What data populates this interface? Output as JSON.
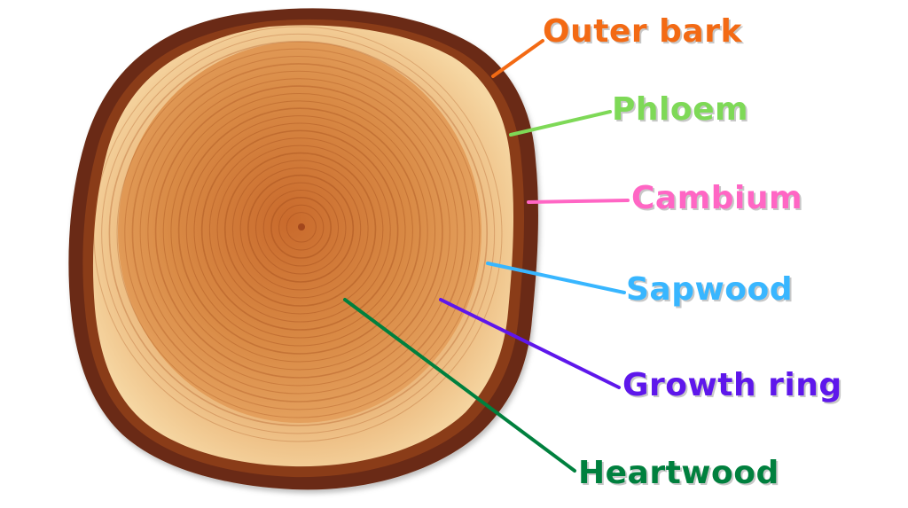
{
  "labels": {
    "outer_bark": "Outer bark",
    "phloem": "Phloem",
    "cambium": "Cambium",
    "sapwood": "Sapwood",
    "growth_ring": "Growth ring",
    "heartwood": "Heartwood"
  },
  "colors": {
    "outer_bark": "#f36a14",
    "phloem": "#7ed957",
    "cambium": "#ff66c4",
    "sapwood": "#38b6ff",
    "growth_ring": "#5e17eb",
    "heartwood": "#00803e",
    "bark": "#6b2a12",
    "sapwood_fill": "#f3cf97",
    "heartwood_fill": "#d9803c",
    "ring_line": "#a8521f"
  }
}
